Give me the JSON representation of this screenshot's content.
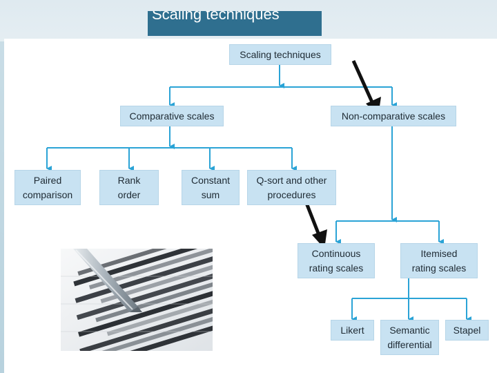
{
  "slide": {
    "title": "Scaling techniques"
  },
  "diagram": {
    "root": "Scaling techniques",
    "comparative": {
      "label": "Comparative scales",
      "children": [
        {
          "line1": "Paired",
          "line2": "comparison"
        },
        {
          "line1": "Rank",
          "line2": "order"
        },
        {
          "line1": "Constant",
          "line2": "sum"
        },
        {
          "line1": "Q-sort and other",
          "line2": "procedures"
        }
      ]
    },
    "non_comparative": {
      "label": "Non-comparative scales",
      "continuous": {
        "line1": "Continuous",
        "line2": "rating scales"
      },
      "itemised": {
        "line1": "Itemised",
        "line2": "rating scales",
        "children": [
          {
            "line1": "Likert",
            "line2": ""
          },
          {
            "line1": "Semantic",
            "line2": "differential"
          },
          {
            "line1": "Stapel",
            "line2": ""
          }
        ]
      }
    }
  },
  "colors": {
    "node_fill": "#c8e2f2",
    "connector": "#2aa3d6",
    "title_bar": "#2f6f8f",
    "pointer_arrow": "#111111"
  },
  "image": {
    "subject": "pen-on-bar-chart-photo"
  }
}
